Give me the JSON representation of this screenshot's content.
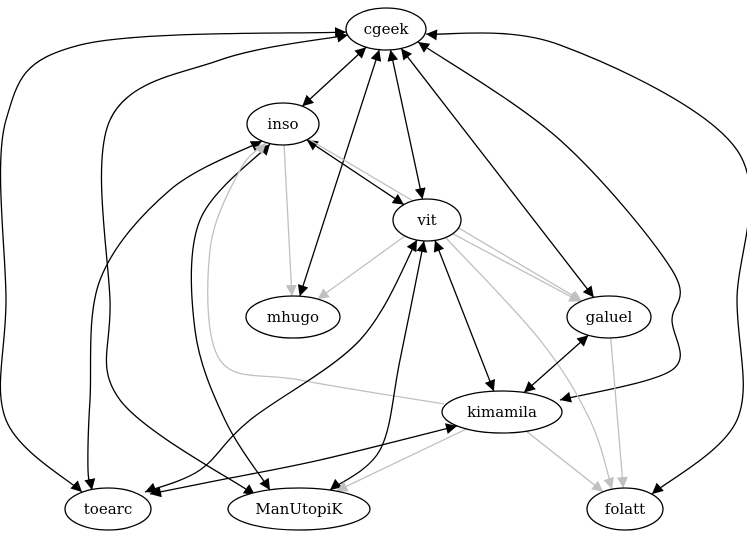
{
  "graph": {
    "colors": {
      "background": "#ffffff",
      "node_stroke": "#000000",
      "edge_dark": "#000000",
      "edge_light": "#c0c0c0"
    },
    "nodes": [
      {
        "id": "cgeek",
        "label": "cgeek"
      },
      {
        "id": "inso",
        "label": "inso"
      },
      {
        "id": "vit",
        "label": "vit"
      },
      {
        "id": "mhugo",
        "label": "mhugo"
      },
      {
        "id": "galuel",
        "label": "galuel"
      },
      {
        "id": "kimamila",
        "label": "kimamila"
      },
      {
        "id": "toearc",
        "label": "toearc"
      },
      {
        "id": "ManUtopiK",
        "label": "ManUtopiK"
      },
      {
        "id": "folatt",
        "label": "folatt"
      }
    ],
    "edges": [
      {
        "from": "cgeek",
        "to": "inso",
        "color": "dark",
        "direction": "both"
      },
      {
        "from": "cgeek",
        "to": "vit",
        "color": "dark",
        "direction": "both"
      },
      {
        "from": "cgeek",
        "to": "mhugo",
        "color": "dark",
        "direction": "both"
      },
      {
        "from": "cgeek",
        "to": "galuel",
        "color": "dark",
        "direction": "both"
      },
      {
        "from": "cgeek",
        "to": "kimamila",
        "color": "dark",
        "direction": "both"
      },
      {
        "from": "cgeek",
        "to": "toearc",
        "color": "dark",
        "direction": "both"
      },
      {
        "from": "cgeek",
        "to": "ManUtopiK",
        "color": "dark",
        "direction": "both"
      },
      {
        "from": "cgeek",
        "to": "folatt",
        "color": "dark",
        "direction": "both"
      },
      {
        "from": "inso",
        "to": "vit",
        "color": "dark",
        "direction": "both"
      },
      {
        "from": "inso",
        "to": "toearc",
        "color": "dark",
        "direction": "both"
      },
      {
        "from": "inso",
        "to": "ManUtopiK",
        "color": "dark",
        "direction": "both"
      },
      {
        "from": "inso",
        "to": "mhugo",
        "color": "light",
        "direction": "forward"
      },
      {
        "from": "inso",
        "to": "galuel",
        "color": "light",
        "direction": "forward"
      },
      {
        "from": "kimamila",
        "to": "inso",
        "color": "light",
        "direction": "forward"
      },
      {
        "from": "vit",
        "to": "kimamila",
        "color": "dark",
        "direction": "both"
      },
      {
        "from": "vit",
        "to": "toearc",
        "color": "dark",
        "direction": "both"
      },
      {
        "from": "vit",
        "to": "ManUtopiK",
        "color": "dark",
        "direction": "both"
      },
      {
        "from": "vit",
        "to": "mhugo",
        "color": "light",
        "direction": "forward"
      },
      {
        "from": "vit",
        "to": "galuel",
        "color": "light",
        "direction": "forward"
      },
      {
        "from": "vit",
        "to": "folatt",
        "color": "light",
        "direction": "forward"
      },
      {
        "from": "galuel",
        "to": "kimamila",
        "color": "dark",
        "direction": "both"
      },
      {
        "from": "galuel",
        "to": "folatt",
        "color": "light",
        "direction": "forward"
      },
      {
        "from": "kimamila",
        "to": "toearc",
        "color": "dark",
        "direction": "both"
      },
      {
        "from": "kimamila",
        "to": "ManUtopiK",
        "color": "light",
        "direction": "forward"
      },
      {
        "from": "kimamila",
        "to": "folatt",
        "color": "light",
        "direction": "forward"
      }
    ]
  }
}
